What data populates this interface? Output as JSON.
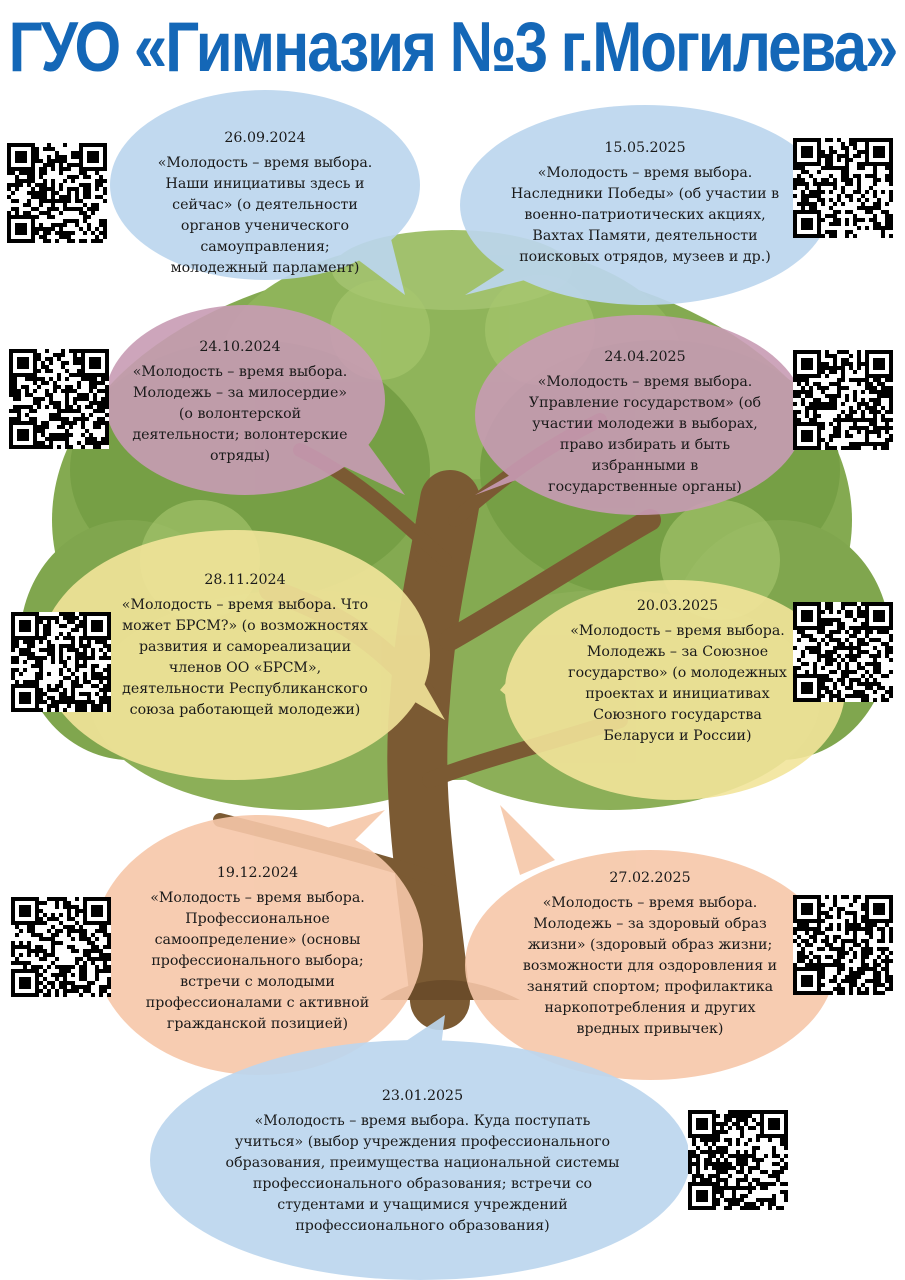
{
  "title": "ГУО «Гимназия №3 г.Могилева»",
  "colors": {
    "title": "#1467b7",
    "blue_bubble": "#bcd6ee",
    "purple_bubble": "#c89bb4",
    "yellow_bubble": "#f2e49a",
    "peach_bubble": "#f6c7a8",
    "trunk": "#7b5a33",
    "foliage": "#6f9a3c"
  },
  "events": [
    {
      "date": "26.09.2024",
      "text": "«Молодость – время выбора. Наши инициативы здесь и сейчас» (о деятельности органов ученического самоуправления; молодежный парламент)"
    },
    {
      "date": "15.05.2025",
      "text": "«Молодость – время выбора. Наследники Победы» (об участии в военно-патриотических акциях, Вахтах Памяти, деятельности поисковых отрядов, музеев и др.)"
    },
    {
      "date": "24.10.2024",
      "text": "«Молодость – время выбора. Молодежь – за милосердие» (о волонтерской деятельности; волонтерские отряды)"
    },
    {
      "date": "24.04.2025",
      "text": "«Молодость – время выбора. Управление государством» (об участии молодежи в выборах, право избирать и быть избранными в государственные органы)"
    },
    {
      "date": "28.11.2024",
      "text": "«Молодость – время выбора. Что может БРСМ?» (о возможностях развития и самореализации членов ОО «БРСМ», деятельности Республиканского союза работающей молодежи)"
    },
    {
      "date": "20.03.2025",
      "text": "«Молодость – время выбора. Молодежь – за Союзное государство» (о молодежных проектах и инициативах Союзного государства Беларуси и России)"
    },
    {
      "date": "19.12.2024",
      "text": "«Молодость – время выбора. Профессиональное самоопределение» (основы профессионального выбора; встречи с молодыми профессионалами с активной гражданской позицией)"
    },
    {
      "date": "27.02.2025",
      "text": "«Молодость – время выбора. Молодежь – за здоровый образ жизни» (здоровый образ жизни; возможности для оздоровления и занятий спортом; профилактика наркопотребления и других вредных привычек)"
    },
    {
      "date": "23.01.2025",
      "text": "«Молодость – время выбора. Куда поступать учиться» (выбор учреждения профессионального образования, преимущества национальной системы профессионального образования; встречи со студентами и учащимися учреждений профессионального образования)"
    }
  ],
  "qr_codes": [
    "qr-code-icon",
    "qr-code-icon",
    "qr-code-icon",
    "qr-code-icon",
    "qr-code-icon",
    "qr-code-icon",
    "qr-code-icon",
    "qr-code-icon",
    "qr-code-icon"
  ]
}
